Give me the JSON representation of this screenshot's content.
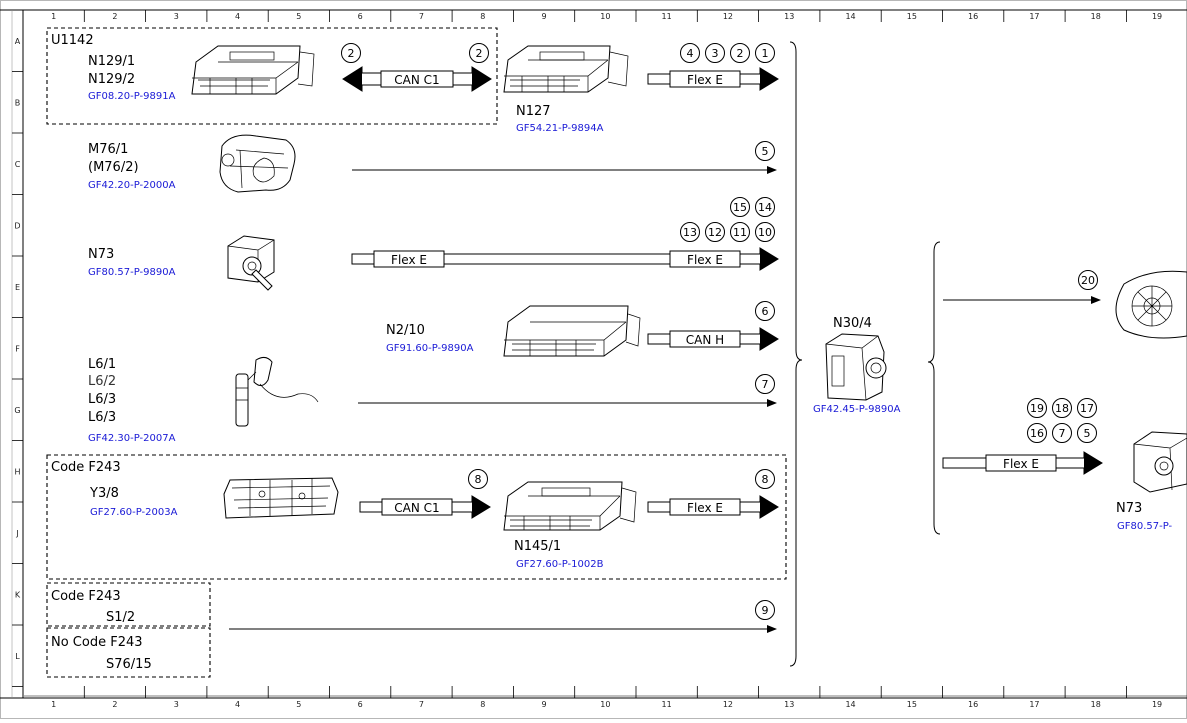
{
  "ruler": {
    "columns": [
      "1",
      "2",
      "3",
      "4",
      "5",
      "6",
      "7",
      "8",
      "9",
      "10",
      "11",
      "12",
      "13",
      "14",
      "15",
      "16",
      "17",
      "18",
      "19"
    ],
    "rows": [
      "A",
      "B",
      "C",
      "D",
      "E",
      "F",
      "G",
      "H",
      "J",
      "K",
      "L"
    ]
  },
  "groups": {
    "u1142": "U1142",
    "code_f243_top": "Code F243",
    "code_f243_bottom": "Code F243",
    "no_code_f243": "No Code F243"
  },
  "components": {
    "n129": {
      "line1": "N129/1",
      "line2": "N129/2",
      "ref": "GF08.20-P-9891A"
    },
    "n127": {
      "name": "N127",
      "ref": "GF54.21-P-9894A"
    },
    "m76": {
      "line1": "M76/1",
      "line2": "(M76/2)",
      "ref": "GF42.20-P-2000A"
    },
    "n73_left": {
      "name": "N73",
      "ref": "GF80.57-P-9890A"
    },
    "n2_10": {
      "name": "N2/10",
      "ref": "GF91.60-P-9890A"
    },
    "l6": {
      "line1": "L6/1",
      "line2": "L6/2",
      "line3": "L6/3",
      "line4": "L6/3",
      "ref": "GF42.30-P-2007A"
    },
    "y3_8": {
      "name": "Y3/8",
      "ref": "GF27.60-P-2003A"
    },
    "n145": {
      "name": "N145/1",
      "ref": "GF27.60-P-1002B"
    },
    "s1_2": {
      "name": "S1/2"
    },
    "s76_15": {
      "name": "S76/15"
    },
    "n30_4": {
      "name": "N30/4",
      "ref": "GF42.45-P-9890A"
    },
    "n73_right": {
      "name": "N73",
      "ref": "GF80.57-P-"
    }
  },
  "buses": {
    "can_c1_top": "CAN C1",
    "flex_e_a": "Flex E",
    "flex_e_d_left": "Flex E",
    "flex_e_d_right": "Flex E",
    "can_h": "CAN H",
    "can_c1_h": "CAN C1",
    "flex_e_h": "Flex E",
    "flex_e_right": "Flex E"
  },
  "signals": {
    "can_c1_left": "2",
    "can_c1_right": "2",
    "row_a": [
      "4",
      "3",
      "2",
      "1"
    ],
    "row_c": "5",
    "row_d_top": [
      "15",
      "14"
    ],
    "row_d_bottom": [
      "13",
      "12",
      "11",
      "10"
    ],
    "row_f": "6",
    "row_g": "7",
    "row_h_left": "8",
    "row_h_right": "8",
    "row_k": "9",
    "right_e": "20",
    "right_h_top": [
      "19",
      "18",
      "17"
    ],
    "right_h_bottom": [
      "16",
      "7",
      "5"
    ]
  }
}
